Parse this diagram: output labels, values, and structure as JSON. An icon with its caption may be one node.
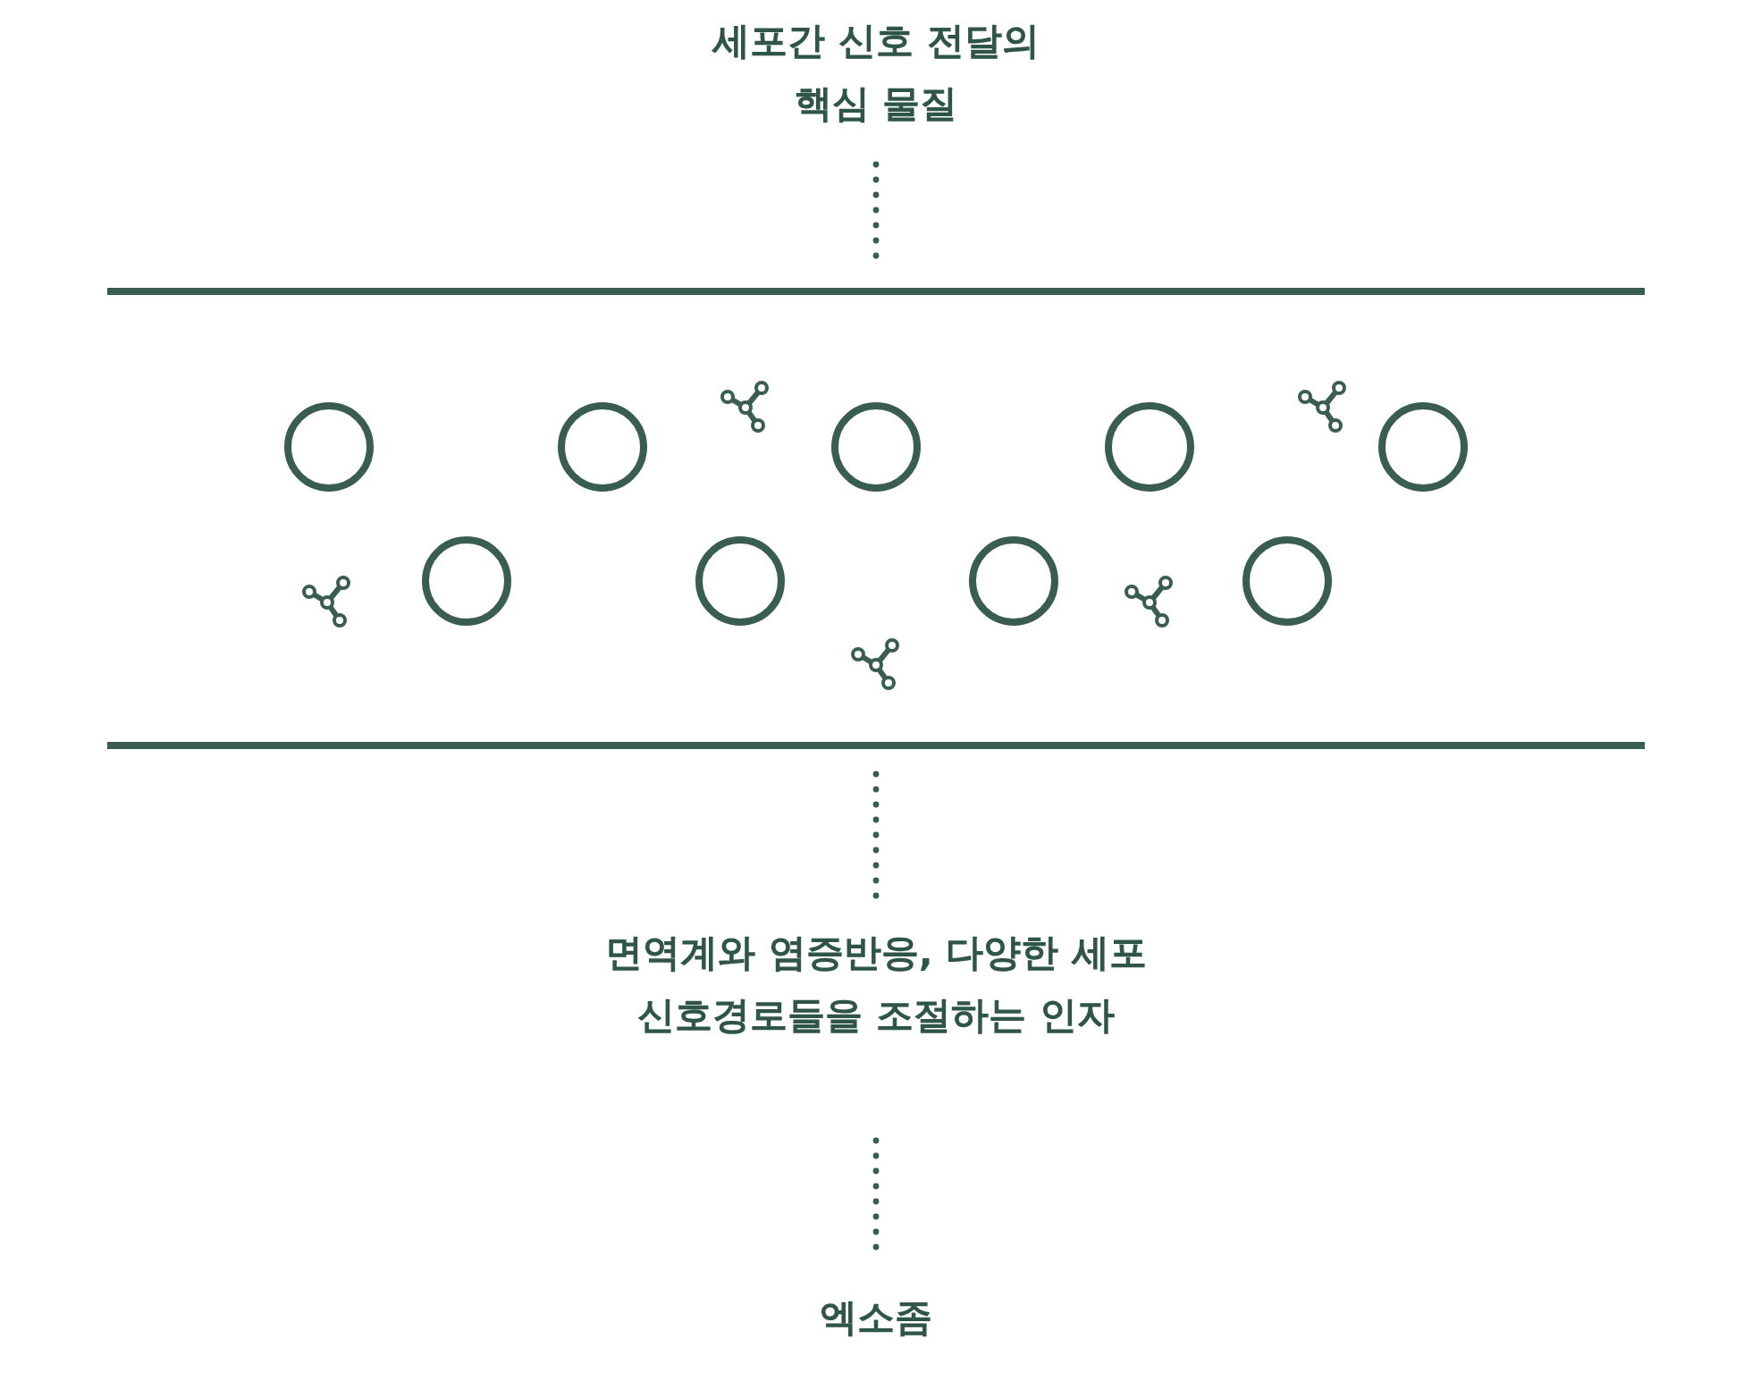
{
  "diagram": {
    "nodes": [
      {
        "text": [
          "세포간 신호 전달의 핵심 물질"
        ]
      },
      {
        "text": [],
        "shape": "band"
      },
      {
        "text": [],
        "shape": "circle",
        "in": 1
      },
      {
        "text": [],
        "shape": "circle",
        "in": 1
      },
      {
        "text": [],
        "shape": "circle",
        "in": 1
      },
      {
        "text": [],
        "shape": "circle",
        "in": 1
      },
      {
        "text": [],
        "shape": "circle",
        "in": 1
      },
      {
        "text": [],
        "shape": "circle",
        "in": 1
      },
      {
        "text": [],
        "shape": "circle",
        "in": 1
      },
      {
        "text": [],
        "shape": "circle",
        "in": 1
      },
      {
        "text": [],
        "shape": "circle",
        "in": 1
      },
      {
        "text": [
          "면역계와 염증반응, 다양한 세포 신호경로들을 조절하는 인자"
        ]
      },
      {
        "text": [
          "엑소좀"
        ]
      }
    ],
    "edges": [
      {
        "from": 0,
        "to": 1,
        "arrow": "none",
        "style": "dashed"
      },
      {
        "from": 1,
        "to": 11,
        "arrow": "none",
        "style": "dashed"
      },
      {
        "from": 11,
        "to": 12,
        "arrow": "none",
        "style": "dashed"
      }
    ]
  }
}
